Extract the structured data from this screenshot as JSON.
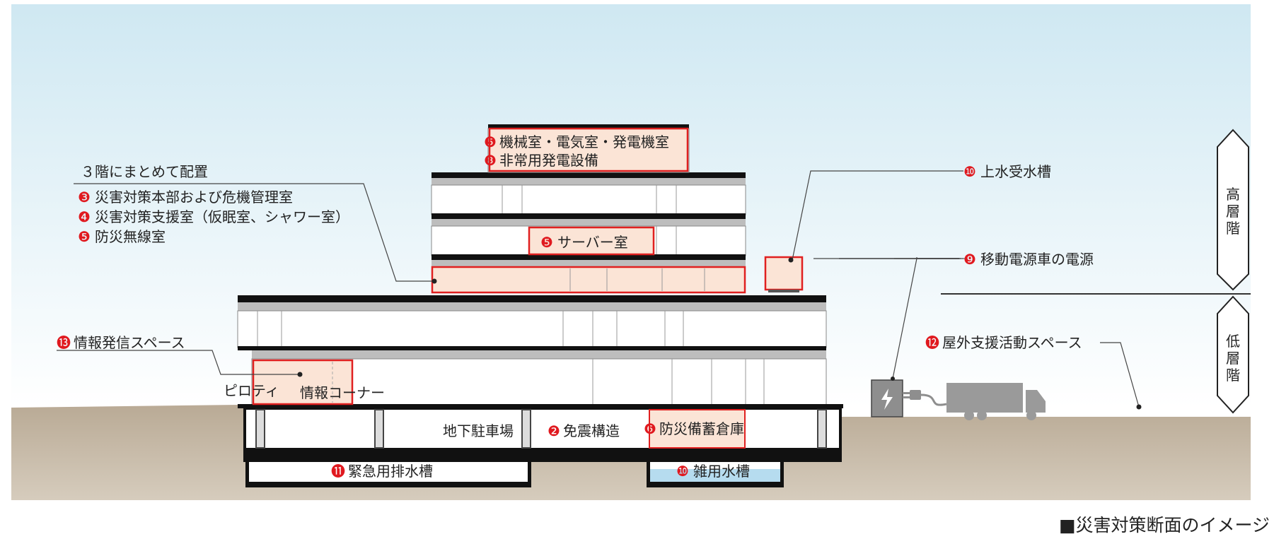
{
  "caption": "■災害対策断面のイメージ",
  "colors": {
    "sky_top": "#cfe8f2",
    "sky_bottom": "#ffffff",
    "ground": "#cbbfae",
    "highlight_fill": "#fbe4d6",
    "highlight_stroke": "#e02020",
    "badge": "#e0191f",
    "slab": "#222222",
    "beam": "#bdbdbd",
    "water": "#b6dcef"
  },
  "labels": {
    "floor3_title": "３階にまとめて配置",
    "floor3_item1_num": "❸",
    "floor3_item1": "災害対策本部および危機管理室",
    "floor3_item2_num": "❹",
    "floor3_item2": "災害対策支援室（仮眠室、シャワー室）",
    "floor3_item3_num": "❺",
    "floor3_item3": "防災無線室",
    "roof_line1_num": "❺",
    "roof_line1": "機械室・電気室・発電機室",
    "roof_line2_num": "❽",
    "roof_line2": "非常用発電設備",
    "server_num": "❺",
    "server": "サーバー室",
    "water_receive_num": "❿",
    "water_receive": "上水受水槽",
    "mobile_power_num": "❾",
    "mobile_power": "移動電源車の電源",
    "outdoor_num": "⓬",
    "outdoor": "屋外支援活動スペース",
    "info_space_num": "⓭",
    "info_space": "情報発信スペース",
    "piloti": "ピロティ",
    "info_corner": "情報コーナー",
    "parking": "地下駐車場",
    "seismic_num": "❷",
    "seismic": "免震構造",
    "storage_num": "❻",
    "storage": "防災備蓄倉庫",
    "drain_num": "⓫",
    "drain": "緊急用排水槽",
    "misc_water_num": "❿",
    "misc_water": "雑用水槽",
    "high_rise": "高層階",
    "low_rise": "低層階"
  },
  "icons": [
    "lightning-icon",
    "power-plug-icon",
    "truck-icon"
  ]
}
